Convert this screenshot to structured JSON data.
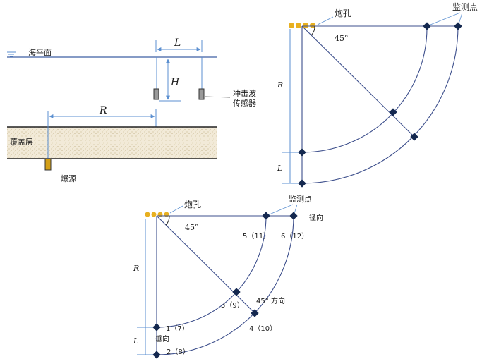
{
  "colors": {
    "line": "#3d4f8c",
    "dim_line": "#5b8fd0",
    "node": "#14284f",
    "hole": "#e8b020",
    "charge": "#d4a017",
    "cover": "#f2ead8",
    "sensor": "#9a9a9a"
  },
  "left_diagram": {
    "sea_surface": "海平面",
    "L": "L",
    "H": "H",
    "sensor_label_1": "冲击波",
    "sensor_label_2": "传感器",
    "R": "R",
    "cover_layer": "覆盖层",
    "source": "爆源"
  },
  "top_right": {
    "hole": "炮孔",
    "monitor": "监测点",
    "angle": "45°",
    "R": "R",
    "L": "L"
  },
  "bottom": {
    "hole": "炮孔",
    "monitor": "监测点",
    "angle": "45°",
    "radial": "径向",
    "R": "R",
    "L": "L",
    "p1": "1（7）",
    "p2": "2（8）",
    "p3": "3（9）",
    "p4": "4（10）",
    "p5": "5（11）",
    "p6": "6（12）",
    "angle_dir": "45°",
    "direction": "方向",
    "vertical": "垂向"
  }
}
